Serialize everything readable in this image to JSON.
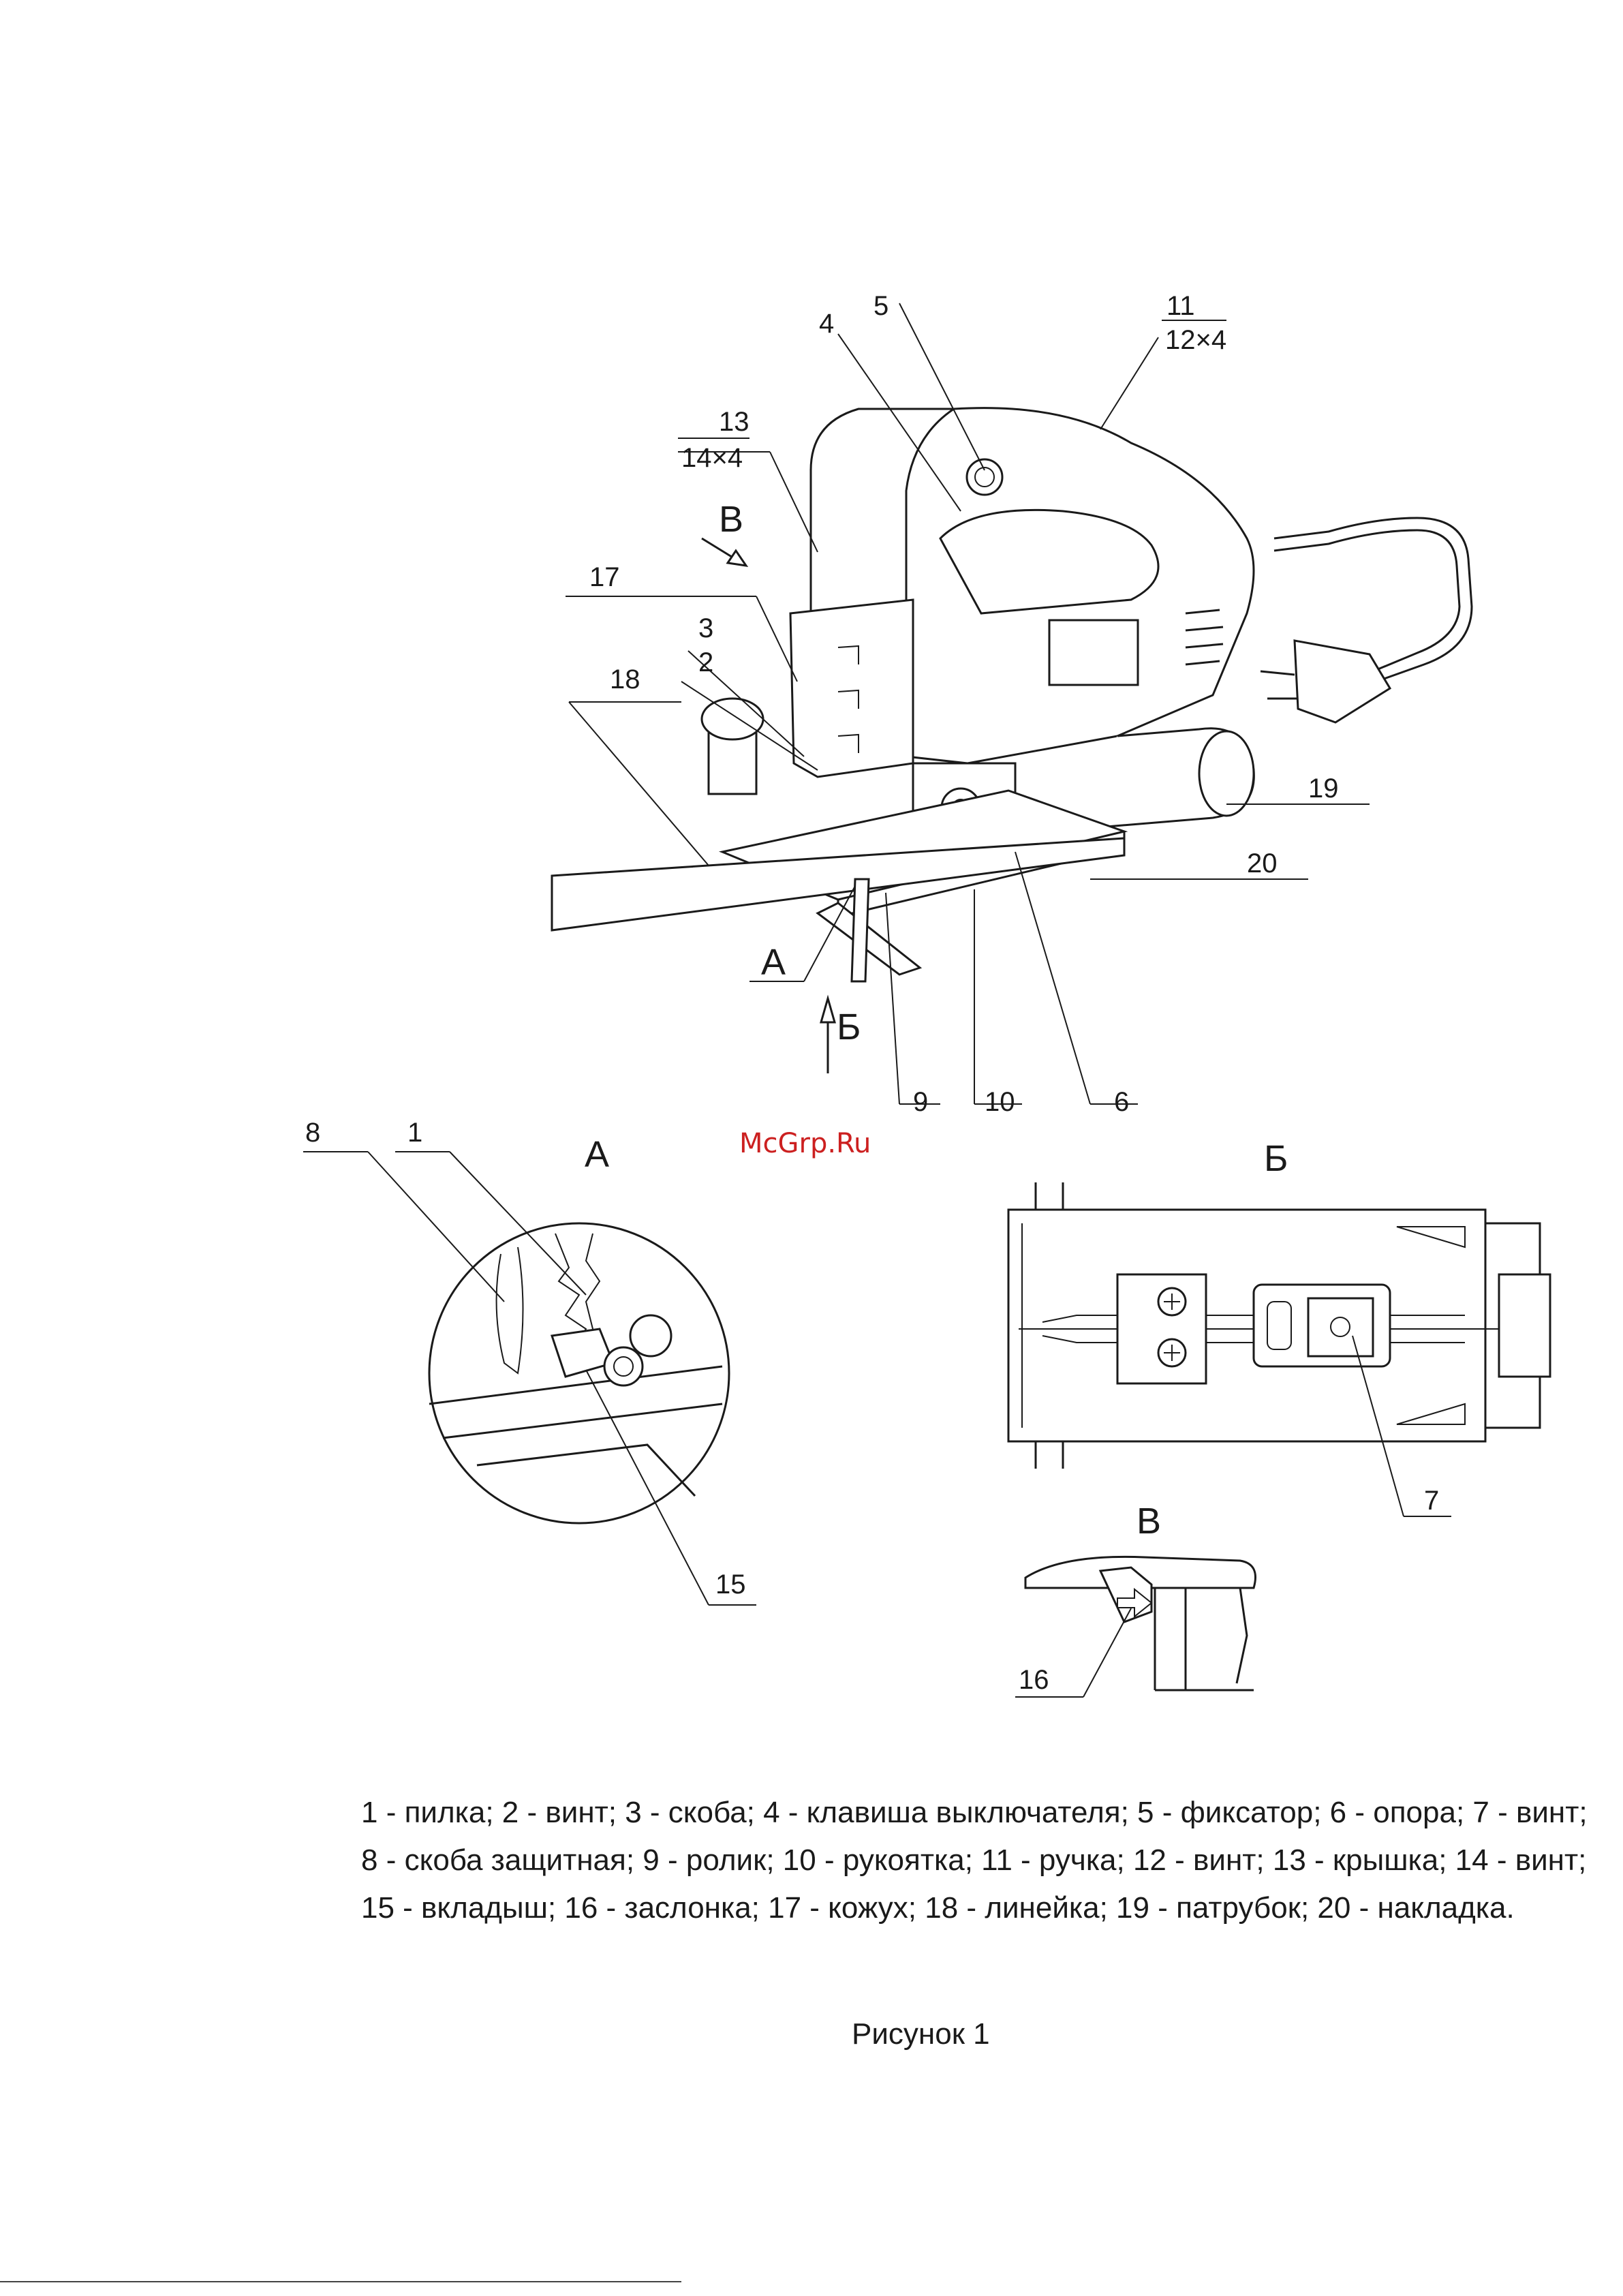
{
  "watermark": "McGrp.Ru",
  "views": {
    "a": "А",
    "b": "Б",
    "v": "В"
  },
  "callouts": {
    "c1": "1",
    "c2": "2",
    "c3": "3",
    "c4": "4",
    "c5": "5",
    "c6": "6",
    "c7": "7",
    "c8": "8",
    "c9": "9",
    "c10": "10",
    "c11": "11",
    "c12": "12×4",
    "c13": "13",
    "c14": "14×4",
    "c15": "15",
    "c16": "16",
    "c17": "17",
    "c18": "18",
    "c19": "19",
    "c20": "20"
  },
  "legend": {
    "line1": "1 - пилка; 2 - винт; 3 - скоба; 4 - клавиша выключателя; 5 - фиксатор; 6 - опора; 7 - винт;",
    "line2": "8 - скоба защитная; 9 - ролик; 10 - рукоятка; 11 - ручка; 12 - винт; 13 - крышка; 14 - винт;",
    "line3": "15 - вкладыш; 16 - заслонка; 17 - кожух; 18 - линейка; 19 - патрубок; 20 - накладка."
  },
  "caption": "Рисунок 1"
}
